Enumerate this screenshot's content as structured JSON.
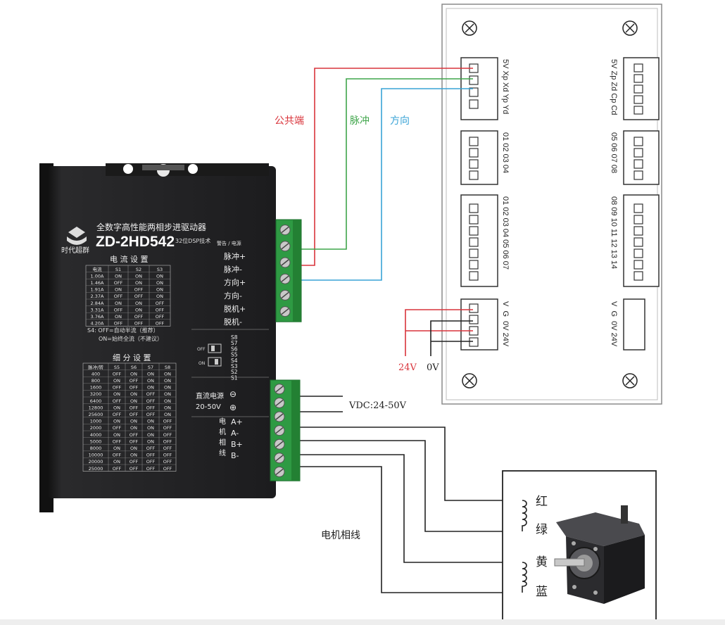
{
  "driver": {
    "brand": "时代超群",
    "subtitle": "全数字高性能两相步进驱动器",
    "model": "ZD-2HD542",
    "dsp_note": "32位DSP技术",
    "alarm_power": "警告 / 电源",
    "signal_labels": [
      "脉冲+",
      "脉冲-",
      "方向+",
      "方向-",
      "脱机+",
      "脱机-"
    ],
    "current_table": {
      "title": "电 流 设 置",
      "headers": [
        "电流",
        "S1",
        "S2",
        "S3"
      ],
      "rows": [
        [
          "1.00A",
          "ON",
          "ON",
          "ON"
        ],
        [
          "1.46A",
          "OFF",
          "ON",
          "ON"
        ],
        [
          "1.91A",
          "ON",
          "OFF",
          "ON"
        ],
        [
          "2.37A",
          "OFF",
          "OFF",
          "ON"
        ],
        [
          "2.84A",
          "ON",
          "ON",
          "OFF"
        ],
        [
          "3.31A",
          "OFF",
          "ON",
          "OFF"
        ],
        [
          "3.76A",
          "ON",
          "OFF",
          "OFF"
        ],
        [
          "4.20A",
          "OFF",
          "OFF",
          "OFF"
        ]
      ]
    },
    "s4_note_1": "S4: OFF=自动半流（推荐）",
    "s4_note_2": "ON=始终全流（不建议）",
    "dip_labels": [
      "S8",
      "S7",
      "S6",
      "S5",
      "S4",
      "S3",
      "S2",
      "S1"
    ],
    "dip_off": "OFF",
    "dip_on": "ON",
    "subdiv_table": {
      "title": "细 分 设 置",
      "headers": [
        "脉冲/转",
        "S5",
        "S6",
        "S7",
        "S8"
      ],
      "rows": [
        [
          "400",
          "OFF",
          "ON",
          "ON",
          "ON"
        ],
        [
          "800",
          "ON",
          "OFF",
          "ON",
          "ON"
        ],
        [
          "1600",
          "OFF",
          "OFF",
          "ON",
          "ON"
        ],
        [
          "3200",
          "ON",
          "ON",
          "OFF",
          "ON"
        ],
        [
          "6400",
          "OFF",
          "ON",
          "OFF",
          "ON"
        ],
        [
          "12800",
          "ON",
          "OFF",
          "OFF",
          "ON"
        ],
        [
          "25600",
          "OFF",
          "OFF",
          "OFF",
          "ON"
        ],
        [
          "1000",
          "ON",
          "ON",
          "ON",
          "OFF"
        ],
        [
          "2000",
          "OFF",
          "ON",
          "ON",
          "OFF"
        ],
        [
          "4000",
          "ON",
          "OFF",
          "ON",
          "OFF"
        ],
        [
          "5000",
          "OFF",
          "OFF",
          "ON",
          "OFF"
        ],
        [
          "8000",
          "ON",
          "ON",
          "OFF",
          "OFF"
        ],
        [
          "10000",
          "OFF",
          "ON",
          "OFF",
          "OFF"
        ],
        [
          "20000",
          "ON",
          "OFF",
          "OFF",
          "OFF"
        ],
        [
          "25000",
          "OFF",
          "OFF",
          "OFF",
          "OFF"
        ]
      ]
    },
    "dc_power_1": "直流电源",
    "dc_power_2": "20-50V",
    "minus_sign": "⊖",
    "plus_sign": "⊕",
    "motor_phase_chars": [
      "电",
      "机",
      "相",
      "线"
    ],
    "phase_labels": [
      "A+",
      "A-",
      "B+",
      "B-"
    ]
  },
  "wire_labels": {
    "common": "公共端",
    "pulse": "脉冲",
    "direction": "方向",
    "v24": "24V",
    "v0": "0V",
    "vdc": "VDC:24-50V",
    "motor_phase_wire": "电机相线"
  },
  "motor_colors": [
    "红",
    "绿",
    "黄",
    "蓝"
  ],
  "board": {
    "top_left": "5V Xp Xd Yp Yd",
    "top_right": "5V Zp Zd Cp Cd",
    "mid_left": "01 02 03 04",
    "mid_right": "05 06 07 08",
    "large_left": "01 02 03 04 05 06 07",
    "large_right": "08 09 10 11 12 13 14",
    "power_left": "V  G  0V 24V",
    "power_right": "V  G  0V 24V"
  },
  "colors": {
    "red": "#d9343b",
    "green": "#3fa54a",
    "blue": "#39a3d6",
    "driver_body": "#1f1f21",
    "terminal_green": "#2e9a43"
  }
}
